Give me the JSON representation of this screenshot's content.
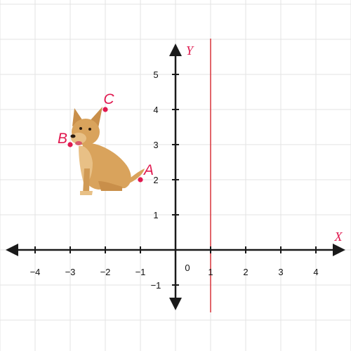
{
  "axes": {
    "x_title": "X",
    "y_title": "Y",
    "origin_label": "0",
    "x_ticks": [
      {
        "value": -4,
        "label": "−4"
      },
      {
        "value": -3,
        "label": "−3"
      },
      {
        "value": -2,
        "label": "−2"
      },
      {
        "value": -1,
        "label": "−1"
      },
      {
        "value": 1,
        "label": "1"
      },
      {
        "value": 2,
        "label": "2"
      },
      {
        "value": 3,
        "label": "3"
      },
      {
        "value": 4,
        "label": "4"
      }
    ],
    "y_ticks": [
      {
        "value": -1,
        "label": "−1"
      },
      {
        "value": 1,
        "label": "1"
      },
      {
        "value": 2,
        "label": "2"
      },
      {
        "value": 3,
        "label": "3"
      },
      {
        "value": 4,
        "label": "4"
      },
      {
        "value": 5,
        "label": "5"
      }
    ],
    "grid": true
  },
  "points": [
    {
      "label": "A",
      "x": -1,
      "y": 2
    },
    {
      "label": "B",
      "x": -3,
      "y": 3
    },
    {
      "label": "C",
      "x": -2,
      "y": 4
    }
  ],
  "vertical_line": {
    "x": 1
  },
  "figure": {
    "name": "dog-photo"
  },
  "colors": {
    "accent": "#e0194f",
    "line": "#d9343a",
    "axis": "#1a1a1a",
    "grid": "#e3e3e3",
    "dog_coat": "#d9a35c"
  }
}
